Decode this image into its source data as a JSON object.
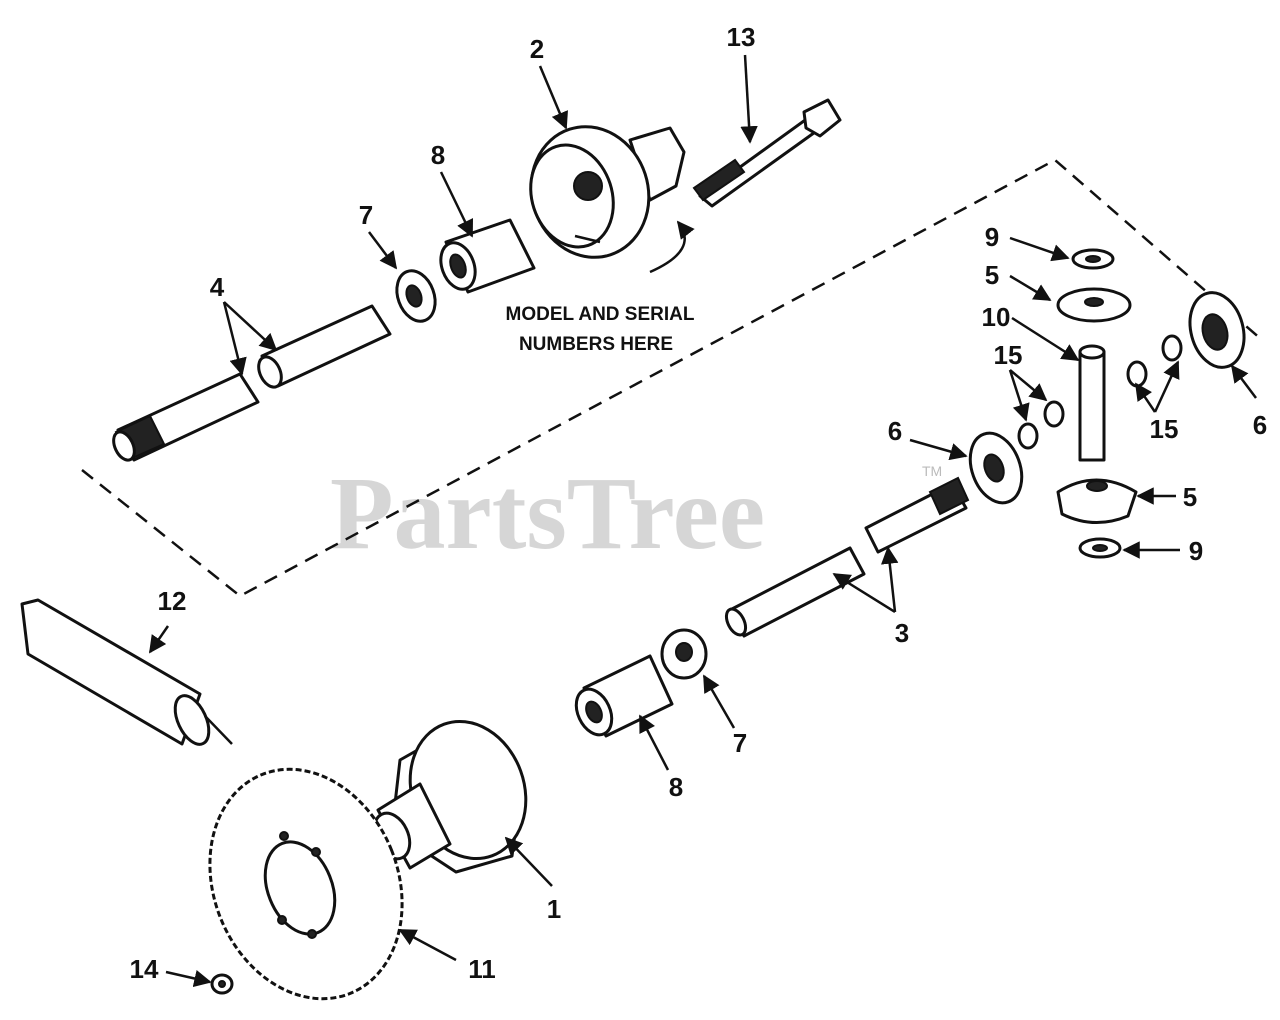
{
  "diagram": {
    "watermark": "PartsTree",
    "trademark": "TM",
    "note_lines": [
      "MODEL AND SERIAL",
      "NUMBERS HERE"
    ],
    "callouts": {
      "c2": "2",
      "c13": "13",
      "c8a": "8",
      "c7a": "7",
      "c4": "4",
      "c9a": "9",
      "c5a": "5",
      "c10": "10",
      "c15a": "15",
      "c15b": "15",
      "c6a": "6",
      "c6b": "6",
      "c5b": "5",
      "c9b": "9",
      "c3": "3",
      "c12": "12",
      "c8b": "8",
      "c7b": "7",
      "c1": "1",
      "c11": "11",
      "c14": "14"
    }
  }
}
